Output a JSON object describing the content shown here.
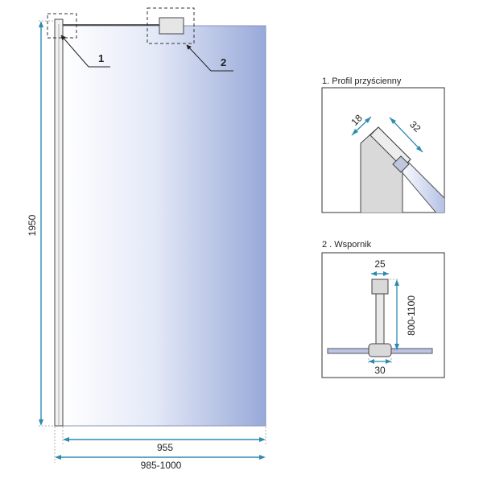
{
  "main_view": {
    "height_label": "1950",
    "glass_width_label": "955",
    "total_width_label": "985-1000",
    "callout_1": "1",
    "callout_2": "2"
  },
  "detail_1": {
    "caption": "1.  Profil przyścienny",
    "dim_a": "18",
    "dim_b": "32"
  },
  "detail_2": {
    "caption": "2 . Wspornik",
    "dim_top": "25",
    "dim_side": "800-1100",
    "dim_bottom": "30"
  },
  "colors": {
    "glass_left": "#ffffff",
    "glass_right": "#98a9d9",
    "dimension_line": "#2e8bb0",
    "profile_fill": "#d9d9d9",
    "outline": "#333333"
  }
}
